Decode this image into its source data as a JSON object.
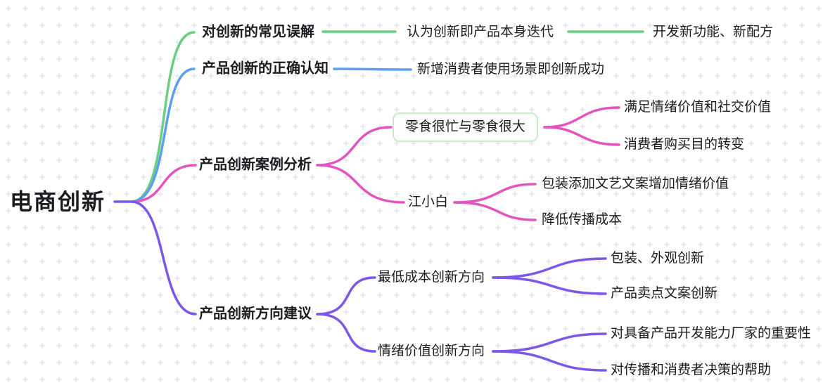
{
  "colors": {
    "green": "#6ccf7f",
    "blue": "#5b9ef2",
    "pink": "#e454c1",
    "purple": "#7c58e8",
    "box_border": "#c8ebca",
    "box_bg": "#fcfefc",
    "text": "#1a1c1f",
    "grid_dot": "#e5e5ea"
  },
  "root": {
    "label": "电商创新"
  },
  "branches": [
    {
      "label": "对创新的常见误解",
      "color": "green",
      "children": [
        {
          "label": "认为创新即产品本身迭代",
          "children": [
            {
              "label": "开发新功能、新配方"
            }
          ]
        }
      ]
    },
    {
      "label": "产品创新的正确认知",
      "color": "blue",
      "children": [
        {
          "label": "新增消费者使用场景即创新成功"
        }
      ]
    },
    {
      "label": "产品创新案例分析",
      "color": "pink",
      "children": [
        {
          "label": "零食很忙与零食很大",
          "boxed": true,
          "children": [
            {
              "label": "满足情绪价值和社交价值"
            },
            {
              "label": "消费者购买目的转变"
            }
          ]
        },
        {
          "label": "江小白",
          "children": [
            {
              "label": "包装添加文艺文案增加情绪价值"
            },
            {
              "label": "降低传播成本"
            }
          ]
        }
      ]
    },
    {
      "label": "产品创新方向建议",
      "color": "purple",
      "children": [
        {
          "label": "最低成本创新方向",
          "children": [
            {
              "label": "包装、外观创新"
            },
            {
              "label": "产品卖点文案创新"
            }
          ]
        },
        {
          "label": "情绪价值创新方向",
          "children": [
            {
              "label": "对具备产品开发能力厂家的重要性"
            },
            {
              "label": "对传播和消费者决策的帮助"
            }
          ]
        }
      ]
    }
  ]
}
